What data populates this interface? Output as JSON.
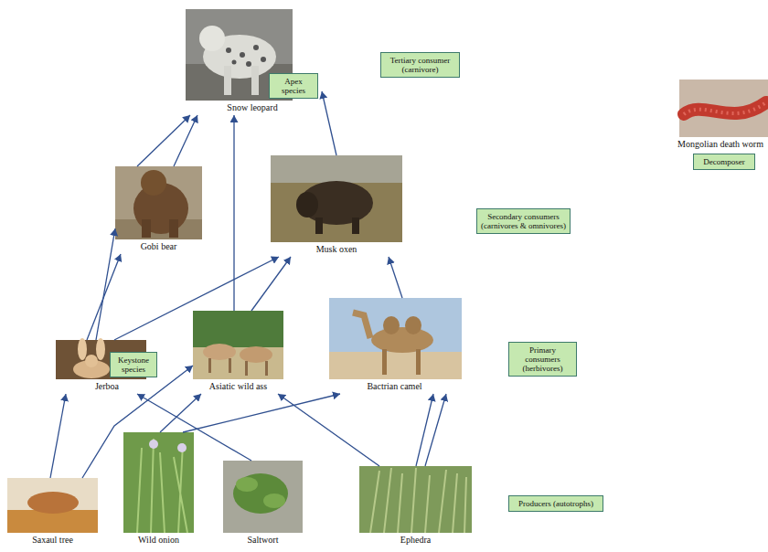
{
  "diagram": {
    "nodes": [
      {
        "text": [
          "Snow leopard"
        ]
      },
      {
        "text": [
          "Apex species"
        ],
        "in": 0
      },
      {
        "text": [
          "Tertiary consumer (carnivore)"
        ]
      },
      {
        "text": [
          "Mongolian death worm"
        ]
      },
      {
        "text": [
          "Decomposer"
        ]
      },
      {
        "text": [
          "Gobi bear"
        ]
      },
      {
        "text": [
          "Musk oxen"
        ]
      },
      {
        "text": [
          "Secondary consumers (carnivores & omnivores)"
        ]
      },
      {
        "text": [
          "Jerboa"
        ]
      },
      {
        "text": [
          "Keystone species"
        ],
        "in": 8
      },
      {
        "text": [
          "Asiatic wild ass"
        ]
      },
      {
        "text": [
          "Bactrian camel"
        ]
      },
      {
        "text": [
          "Primary consumers (herbivores)"
        ]
      },
      {
        "text": [
          "Saxaul tree"
        ]
      },
      {
        "text": [
          "Wild onion"
        ]
      },
      {
        "text": [
          "Saltwort"
        ]
      },
      {
        "text": [
          "Ephedra"
        ]
      },
      {
        "text": [
          "Producers (autotrophs)"
        ]
      }
    ],
    "edges": [
      {
        "from": 5,
        "to": 0,
        "arrow": "to"
      },
      {
        "from": 5,
        "to": 0,
        "arrow": "to"
      },
      {
        "from": 10,
        "to": 0,
        "arrow": "to"
      },
      {
        "from": 6,
        "to": 0,
        "arrow": "to"
      },
      {
        "from": 8,
        "to": 5,
        "arrow": "to"
      },
      {
        "from": 8,
        "to": 5,
        "arrow": "to"
      },
      {
        "from": 8,
        "to": 6,
        "arrow": "to"
      },
      {
        "from": 10,
        "to": 6,
        "arrow": "to"
      },
      {
        "from": 11,
        "to": 6,
        "arrow": "to"
      },
      {
        "from": 13,
        "to": 8,
        "arrow": "to"
      },
      {
        "from": 13,
        "to": 10,
        "arrow": "to"
      },
      {
        "from": 14,
        "to": 10,
        "arrow": "to"
      },
      {
        "from": 14,
        "to": 11,
        "arrow": "to"
      },
      {
        "from": 15,
        "to": 8,
        "arrow": "to"
      },
      {
        "from": 16,
        "to": 10,
        "arrow": "to"
      },
      {
        "from": 16,
        "to": 11,
        "arrow": "to"
      },
      {
        "from": 16,
        "to": 11,
        "arrow": "to"
      }
    ]
  }
}
